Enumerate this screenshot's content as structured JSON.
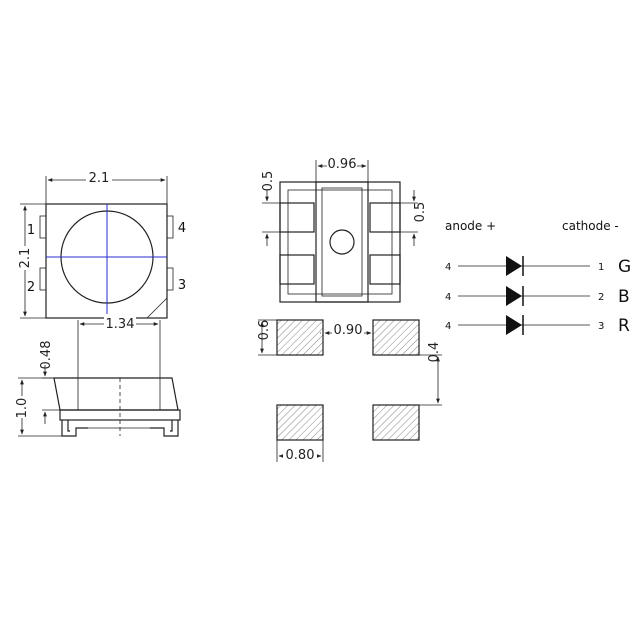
{
  "top_view": {
    "width_dim": "2.1",
    "height_dim": "2.1",
    "pins": [
      "1",
      "2",
      "4",
      "3"
    ]
  },
  "side_view": {
    "lens_width_dim": "1.34",
    "lens_height_dim": "0.48",
    "total_height_dim": "1.0"
  },
  "bottom_view": {
    "pad_spacing_dim": "0.96",
    "pad_height_left_dim": "0.5",
    "pad_height_right_dim": "0.5"
  },
  "footprint": {
    "pad_gap_dim": "0.90",
    "pad_height_dim": "0.6",
    "row_gap_dim": "0.4",
    "pad_width_dim": "0.80"
  },
  "schematic": {
    "anode_label": "anode +",
    "cathode_label": "cathode -",
    "rows": [
      {
        "anode_pin": "4",
        "cathode_pin": "1",
        "color": "G"
      },
      {
        "anode_pin": "4",
        "cathode_pin": "2",
        "color": "B"
      },
      {
        "anode_pin": "4",
        "cathode_pin": "3",
        "color": "R"
      }
    ]
  },
  "colors": {
    "center_lines": "#2b2bd0",
    "line": "#222222"
  }
}
